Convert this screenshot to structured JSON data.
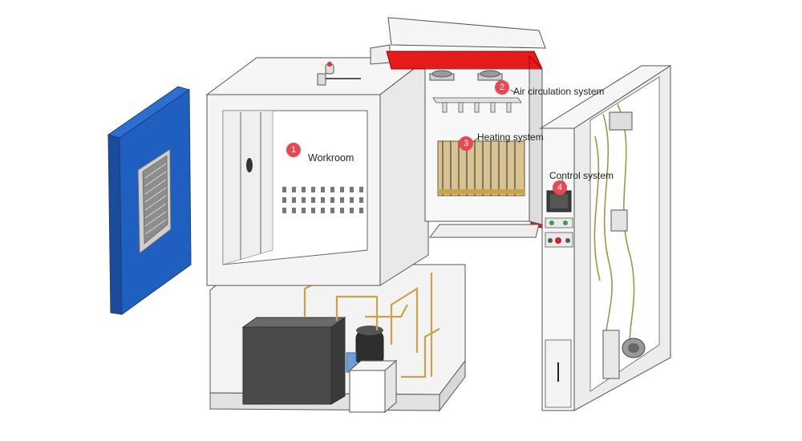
{
  "colors": {
    "badge": "#e8484f",
    "door_blue": "#1f5fbf",
    "heater_frame_red": "#e01818",
    "compressor": "#4a4a4a",
    "outline": "#555555",
    "panel": "#f1f1f1"
  },
  "callouts": [
    {
      "number": "1",
      "label": "Workroom"
    },
    {
      "number": "2",
      "label": "Air circulation system"
    },
    {
      "number": "3",
      "label": "Heating system"
    },
    {
      "number": "4",
      "label": "Control system"
    }
  ]
}
